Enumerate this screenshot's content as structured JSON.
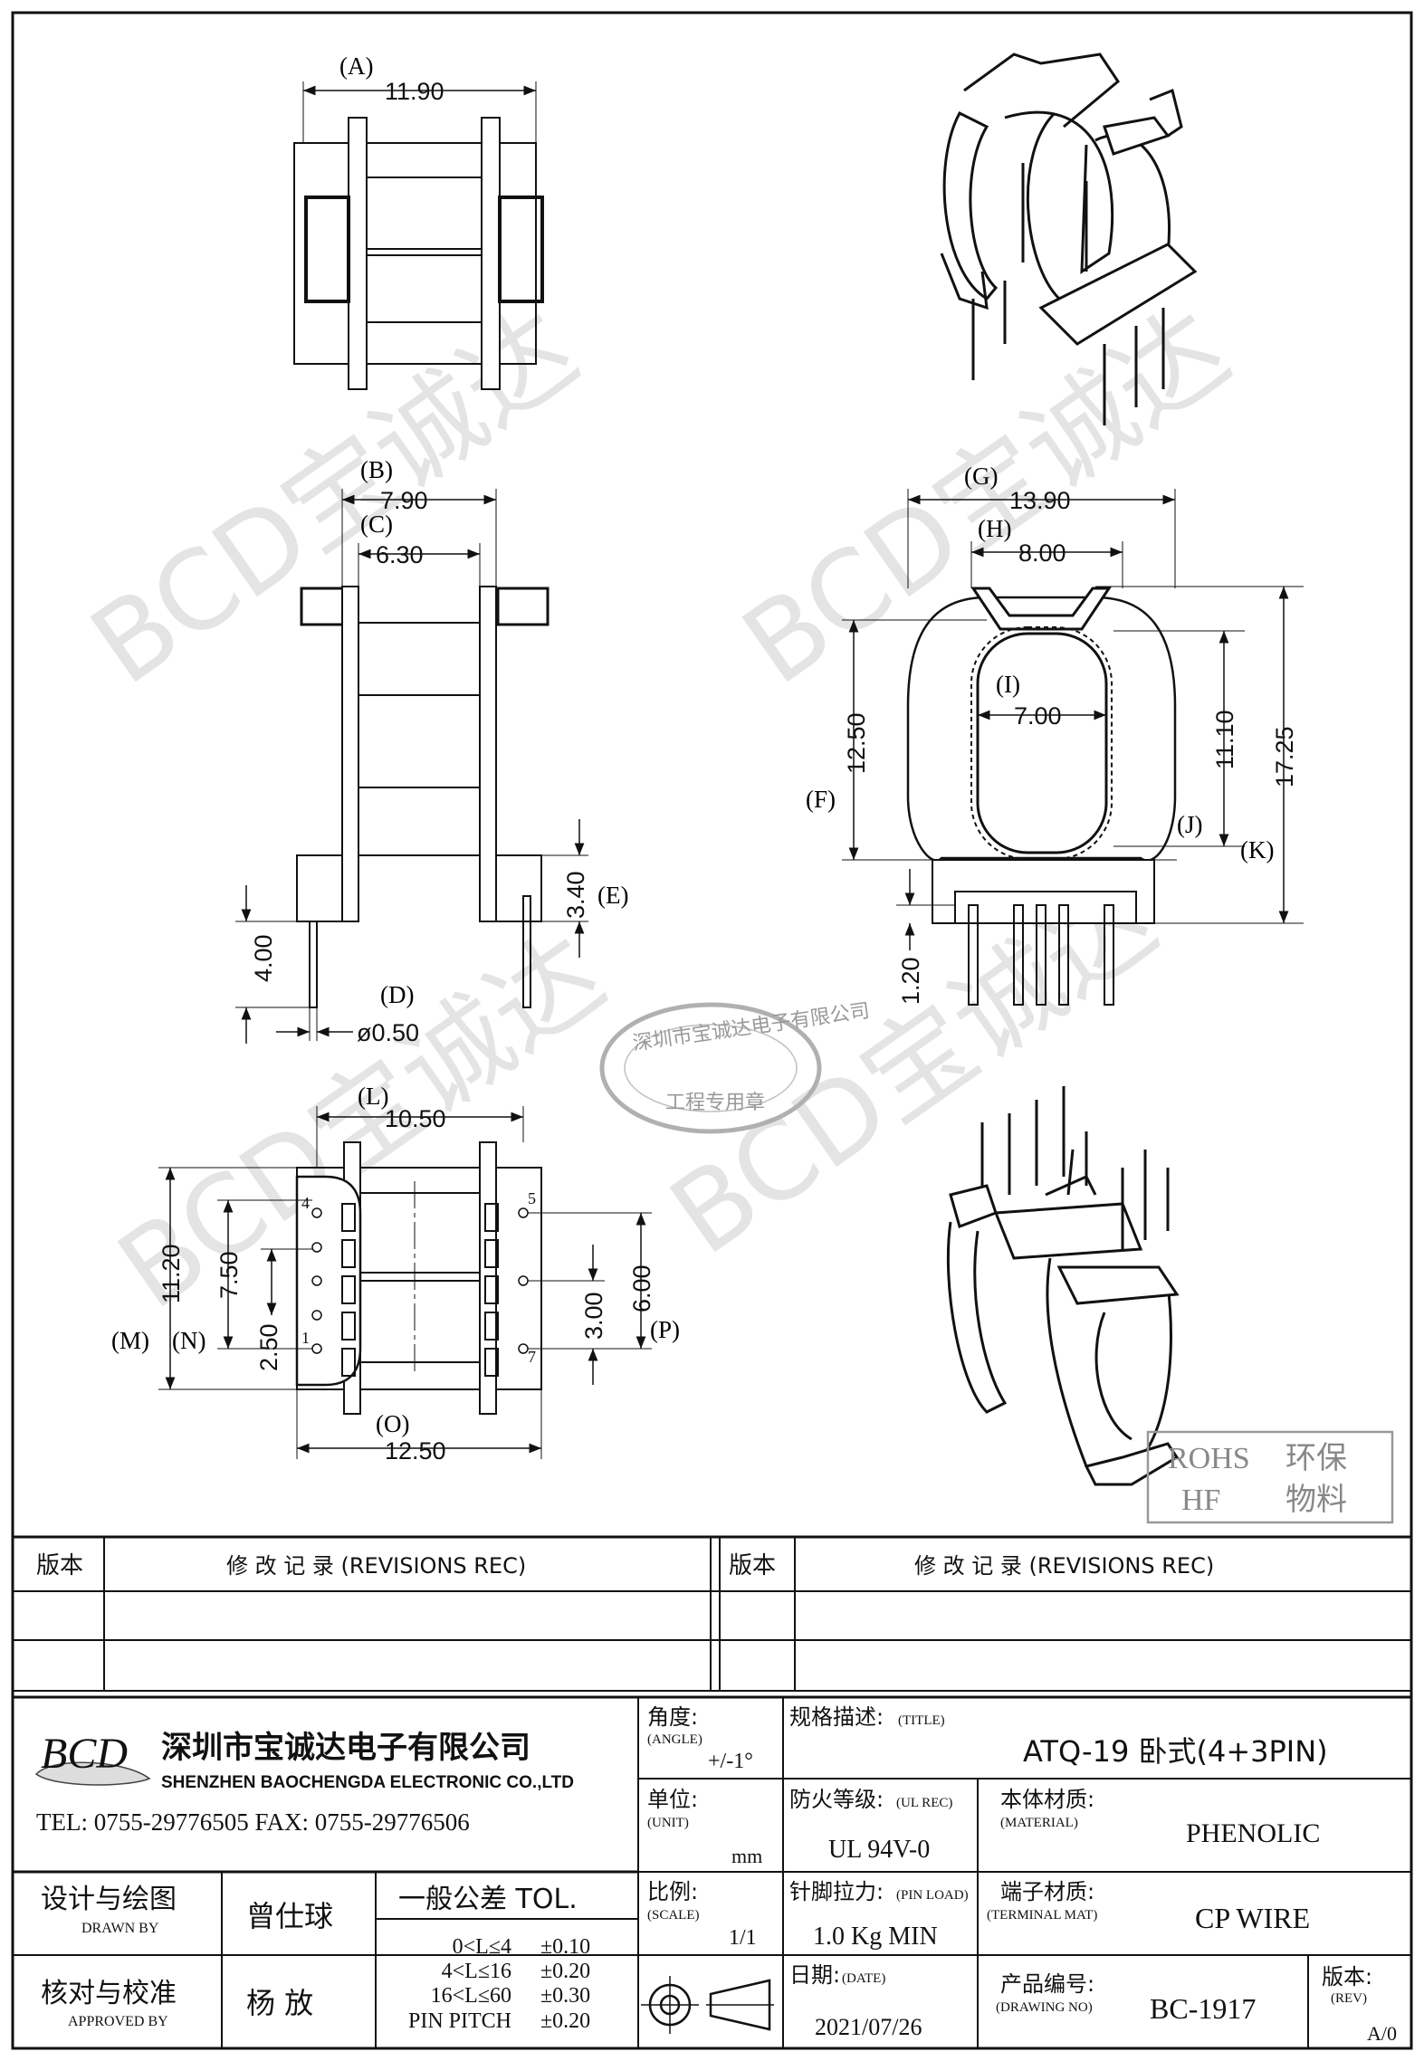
{
  "drawing": {
    "dims": {
      "A": {
        "label": "(A)",
        "value": "11.90"
      },
      "B": {
        "label": "(B)",
        "value": "7.90"
      },
      "C": {
        "label": "(C)",
        "value": "6.30"
      },
      "D": {
        "label": "(D)",
        "value": "ø0.50"
      },
      "E": {
        "label": "(E)",
        "value": "3.40"
      },
      "side_pin": {
        "value": "4.00"
      },
      "G": {
        "label": "(G)",
        "value": "13.90"
      },
      "H": {
        "label": "(H)",
        "value": "8.00"
      },
      "I": {
        "label": "(I)",
        "value": "7.00"
      },
      "F": {
        "label": "(F)",
        "value": "12.50"
      },
      "J": {
        "label": "(J)",
        "value": "11.10"
      },
      "K": {
        "label": "(K)",
        "value": "17.25"
      },
      "front_pin": {
        "value": "1.20"
      },
      "L": {
        "label": "(L)",
        "value": "10.50"
      },
      "M": {
        "label": "(M)",
        "value": "11.20"
      },
      "N": {
        "label": "(N)",
        "value": "7.50"
      },
      "N2": {
        "value": "2.50"
      },
      "O": {
        "label": "(O)",
        "value": "12.50"
      },
      "P": {
        "label": "(P)",
        "value": "6.00"
      },
      "P2": {
        "value": "3.00"
      }
    },
    "pins": {
      "p1": "1",
      "p4": "4",
      "p5": "5",
      "p7": "7"
    },
    "stamp": {
      "ring_text": "深圳市宝诚达电子有限公司",
      "center_text": "工程专用章"
    },
    "rohs": {
      "line1_left": "ROHS",
      "line1_right": "环保",
      "line2_left": "HF",
      "line2_right": "物料"
    },
    "watermark": "BCD宝诚达"
  },
  "revisions": {
    "ver_label": "版本",
    "rec_label": "修 改 记 录 (REVISIONS REC)"
  },
  "company": {
    "logo": "BCD",
    "name_cn": "深圳市宝诚达电子有限公司",
    "name_en": "SHENZHEN BAOCHENGDA ELECTRONIC CO.,LTD",
    "contact": "TEL: 0755-29776505  FAX: 0755-29776506"
  },
  "title_block": {
    "angle_label": "角度:",
    "angle_sub": "(ANGLE)",
    "angle_value": "+/-1°",
    "unit_label": "单位:",
    "unit_sub": "(UNIT)",
    "unit_value": "mm",
    "scale_label": "比例:",
    "scale_sub": "(SCALE)",
    "scale_value": "1/1",
    "title_label": "规格描述:",
    "title_sub": "(TITLE)",
    "title_value": "ATQ-19 卧式(4+3PIN)",
    "ul_label": "防火等级:",
    "ul_sub": "(UL REC)",
    "ul_value": "UL 94V-0",
    "material_label": "本体材质:",
    "material_sub": "(MATERIAL)",
    "material_value": "PHENOLIC",
    "pinload_label": "针脚拉力:",
    "pinload_sub": "(PIN LOAD)",
    "pinload_value": "1.0 Kg MIN",
    "terminal_label": "端子材质:",
    "terminal_sub": "(TERMINAL MAT)",
    "terminal_value": "CP WIRE",
    "date_label": "日期:",
    "date_sub": "(DATE)",
    "date_value": "2021/07/26",
    "drawing_no_label": "产品编号:",
    "drawing_no_sub": "(DRAWING NO)",
    "drawing_no_value": "BC-1917",
    "rev_label": "版本:",
    "rev_sub": "(REV)",
    "rev_value": "A/0",
    "drawn_label": "设计与绘图",
    "drawn_sub": "DRAWN BY",
    "drawn_value": "曾仕球",
    "approved_label": "核对与校准",
    "approved_sub": "APPROVED BY",
    "approved_value": "杨  放",
    "tol_title": "一般公差 TOL.",
    "tol_rows": [
      {
        "range": "0<L≤4",
        "value": "±0.10"
      },
      {
        "range": "4<L≤16",
        "value": "±0.20"
      },
      {
        "range": "16<L≤60",
        "value": "±0.30"
      },
      {
        "range": "PIN PITCH",
        "value": "±0.20"
      }
    ]
  }
}
